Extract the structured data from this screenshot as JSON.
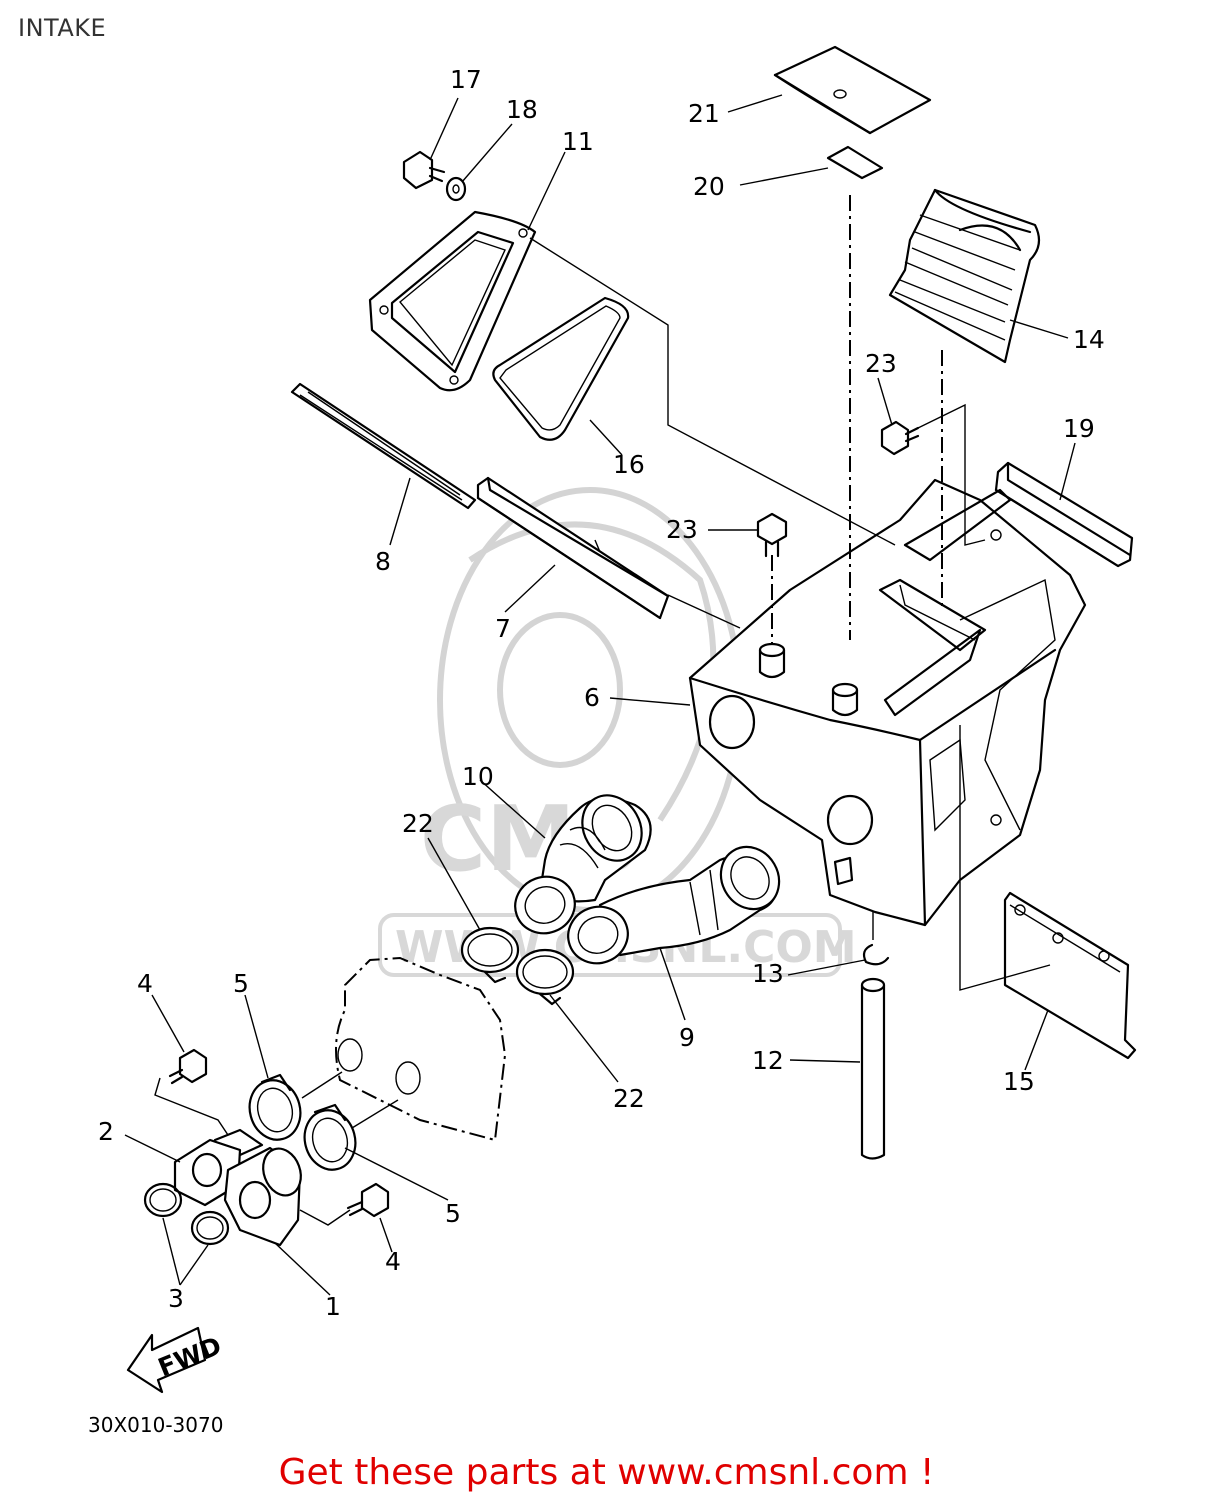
{
  "page": {
    "title": "INTAKE",
    "diagram_code": "30X010-3070",
    "promo_text": "Get these parts at www.cmsnl.com !",
    "watermark_text": "WWW.CMSNL.COM",
    "fwd_marker": "FWD"
  },
  "callouts": [
    {
      "id": "c1",
      "label": "1"
    },
    {
      "id": "c2",
      "label": "2"
    },
    {
      "id": "c3",
      "label": "3"
    },
    {
      "id": "c4a",
      "label": "4"
    },
    {
      "id": "c4b",
      "label": "4"
    },
    {
      "id": "c5a",
      "label": "5"
    },
    {
      "id": "c5b",
      "label": "5"
    },
    {
      "id": "c6",
      "label": "6"
    },
    {
      "id": "c7",
      "label": "7"
    },
    {
      "id": "c8",
      "label": "8"
    },
    {
      "id": "c9",
      "label": "9"
    },
    {
      "id": "c10",
      "label": "10"
    },
    {
      "id": "c11",
      "label": "11"
    },
    {
      "id": "c12",
      "label": "12"
    },
    {
      "id": "c13",
      "label": "13"
    },
    {
      "id": "c14",
      "label": "14"
    },
    {
      "id": "c15",
      "label": "15"
    },
    {
      "id": "c16",
      "label": "16"
    },
    {
      "id": "c17",
      "label": "17"
    },
    {
      "id": "c18",
      "label": "18"
    },
    {
      "id": "c19",
      "label": "19"
    },
    {
      "id": "c20",
      "label": "20"
    },
    {
      "id": "c21",
      "label": "21"
    },
    {
      "id": "c22a",
      "label": "22"
    },
    {
      "id": "c22b",
      "label": "22"
    },
    {
      "id": "c23a",
      "label": "23"
    },
    {
      "id": "c23b",
      "label": "23"
    }
  ]
}
